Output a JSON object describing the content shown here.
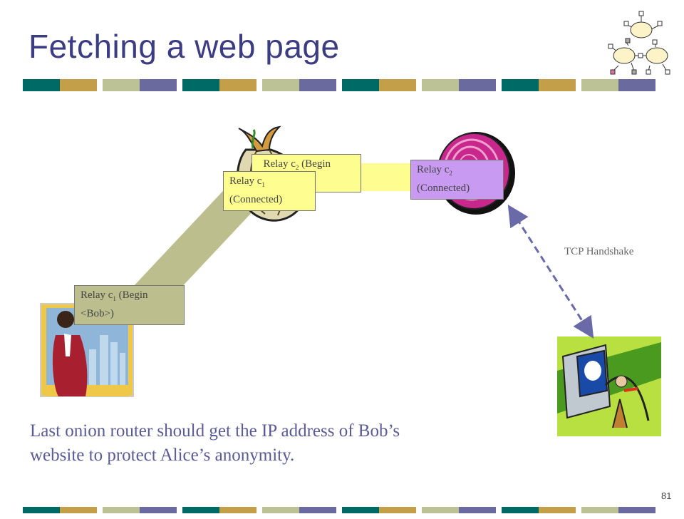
{
  "slide": {
    "title": "Fetching a web page",
    "caption_line1": "Last onion router should get the IP address of Bob’s",
    "caption_line2": "website to protect Alice’s anonymity.",
    "page_number": "81"
  },
  "diagram": {
    "relay_alice": {
      "text": "Relay c",
      "sub": "1",
      "tail": " (Begin",
      "line2": "<Bob>)"
    },
    "relay_middle_back": {
      "text": "Relay c",
      "sub": "2",
      "tail": " (Begin"
    },
    "relay_middle_front": {
      "text": "Relay c",
      "sub": "1",
      "line2": "(Connected)"
    },
    "relay_exit": {
      "text": "Relay c",
      "sub": "2",
      "line2": "(Connected)"
    },
    "tcp_label": "TCP Handshake"
  },
  "colors": {
    "title": "#3c3c82",
    "stripe": [
      "#006b66",
      "#c29f48",
      "#bcc295",
      "#6a6a9e"
    ],
    "tunnel_alice": "#bcbe8e",
    "tunnel_middle": "#fdfd90",
    "box_alice": "#bcbe8e",
    "box_middle": "#fdfd90",
    "box_exit": "#c89af2",
    "arrow": "#6a6aa8"
  }
}
